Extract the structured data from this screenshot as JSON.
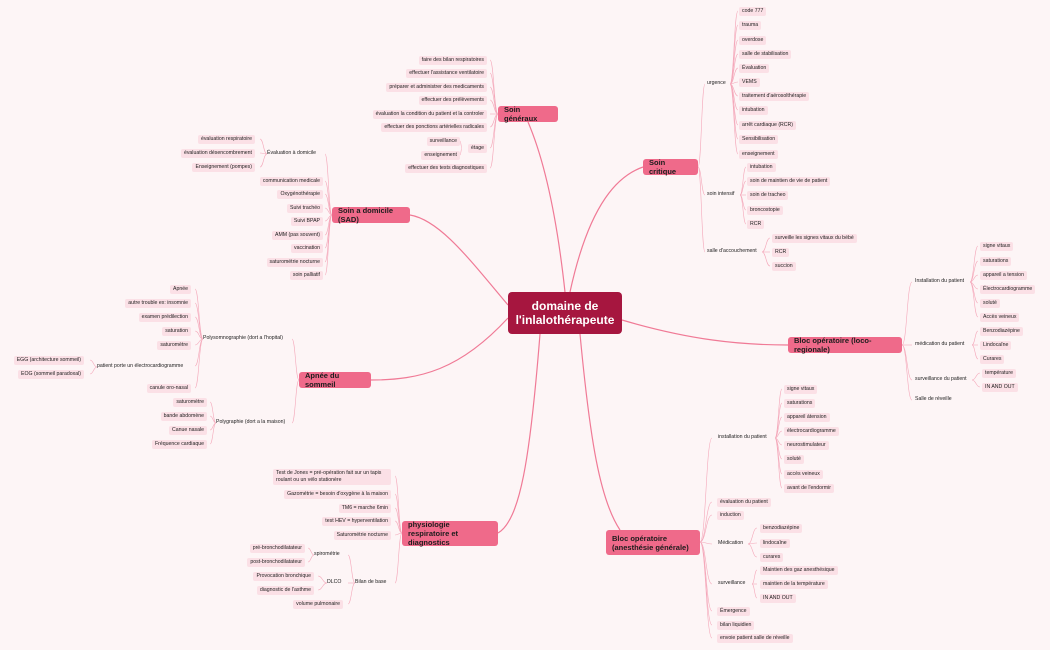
{
  "colors": {
    "background": "#fdf5f6",
    "central": "#a6163f",
    "main": "#ef6a8a",
    "leaf": "#fbe0e6",
    "line": "#f07a96",
    "thin": "#f4a8ba"
  },
  "central": "domaine de l'inlalothérapeute",
  "soin_generaux": {
    "title": "Soin généraux",
    "items": [
      "faire des bilan respiratoires",
      "effectuer l'assistance ventilatoire",
      "préparer et administrer des medicaments",
      "effectuer des prélèvements",
      "évaluation la condition du patient et la controler",
      "effectuer des ponctions artérielles radicales",
      "surveillance",
      "enseignement",
      "étage",
      "effectuer des tests diagnostiques"
    ]
  },
  "soin_critique": {
    "title": "Soin critique",
    "urgence": {
      "label": "urgence",
      "items": [
        "code 777",
        "trauma",
        "overdose",
        "salle de stabilisation",
        "Évaluation",
        "VEMS",
        "traitement d'aérosolthérapie",
        "intubation",
        "arrêt cardiaque (RCR)",
        "Sensibilisation",
        "enseignement"
      ]
    },
    "intensif": {
      "label": "soin intensif",
      "items": [
        "intubation",
        "soin de maintien de vie de patient",
        "soin de tracheo",
        "broncostopie",
        "RCR"
      ]
    },
    "accouchement": {
      "label": "salle d'accouchement",
      "items": [
        "surveille les signes vitaux du bébé",
        "RCR",
        "succion"
      ]
    }
  },
  "sad": {
    "title": "Soin a domicile (SAD)",
    "eval_label": "Évaluation à domicile",
    "eval_items": [
      "évaluation respiratoire",
      "évaluation désencombrement",
      "Enseignement (pompes)"
    ],
    "items": [
      "communication medicale",
      "Oxygénothérapie",
      "Suivi trachéo",
      "Suivi BPAP",
      "AMM (pas souvent)",
      "vaccination",
      "saturométrie nocturne",
      "soin palliatif"
    ]
  },
  "sommeil": {
    "title": "Apnée du sommeil",
    "poly_label": "Polysomnographie (dort a l'hopital)",
    "poly_items": [
      "Apnée",
      "autre trouble ex: insomnie",
      "examen prédilection",
      "saturation",
      "saturomètre",
      "canule oro-nasal"
    ],
    "porte_label": "patient porte un électrocardiogramme",
    "porte_items": [
      "EGG (architecture sommeil)",
      "EOG (sommeil paradoxal)"
    ],
    "polyg_label": "Polygraphie (dort a la maison)",
    "polyg_items": [
      "saturomètre",
      "bande abdomène",
      "Canue nasale",
      "Fréquence cardiaque"
    ]
  },
  "physio": {
    "title": "physiologie respiratoire et diagnostics",
    "items": [
      "Test de Jones = pré-opération fait sur un tapis roulant ou un vélo stationère",
      "Gazométrie = besoin d'oxygène à la maison",
      "TM6 = marche 6min",
      "test HEV = hyperventilation",
      "Saturométrie nocturne"
    ],
    "bilan_label": "Bilan de base",
    "spiro_label": "spirométrie",
    "spiro_items": [
      "pré-bronchodilatateur",
      "post-bronchodilatateur"
    ],
    "dlco_label": "DLCO",
    "dlco_items": [
      "Provocation bronchique",
      "diagnostic de l'asthme"
    ],
    "volume": "volume pulmonaire"
  },
  "bloc_loco": {
    "title": "Bloc opératoire (loco-regionale)",
    "install_label": "Installation du patient",
    "install_items": [
      "signe vitaux",
      "saturations",
      "appareil a tension",
      "Électrocardiogramme",
      "soluté",
      "Accès veineux"
    ],
    "med_label": "médication du patient",
    "med_items": [
      "Benzodiazépine",
      "Lindocaîne",
      "Curares"
    ],
    "surv_label": "surveillance du patient",
    "surv_items": [
      "température",
      "IN AND OUT"
    ],
    "reveil": "Salle de réveille"
  },
  "bloc_gen": {
    "title": "Bloc opératoire (anesthésie générale)",
    "install_label": "installation du patient",
    "install_items": [
      "signe vitaux",
      "saturations",
      "appareil átension",
      "électrocardiogramme",
      "neurostimulateur",
      "soluté",
      "accès veineux",
      "avant de l'endormir"
    ],
    "items1": [
      "évaluation du patient",
      "induction"
    ],
    "med_label": "Médication",
    "med_items": [
      "benzodiazépine",
      "lindocaîne",
      "curares"
    ],
    "surv_label": "surveillance",
    "surv_items": [
      "Maintien des gaz anesthésique",
      "maintien de la température",
      "IN AND OUT"
    ],
    "items2": [
      "Émergence",
      "bilan liquidien",
      "envoie patient salle de réveille"
    ]
  }
}
